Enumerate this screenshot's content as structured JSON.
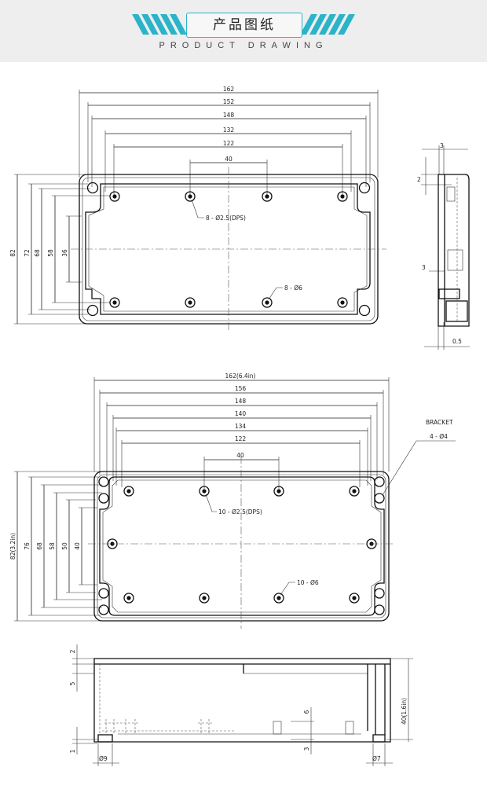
{
  "header": {
    "title": "产品图纸",
    "subtitle": "PRODUCT DRAWING",
    "accent_color": "#2bb3c9"
  },
  "view1": {
    "widths": [
      "162",
      "152",
      "148",
      "132",
      "122",
      "40"
    ],
    "heights": [
      "82",
      "72",
      "68",
      "58",
      "36"
    ],
    "callout_holes": "8 - Ø2.5(DPS)",
    "callout_mount": "8 - Ø6"
  },
  "side_view": {
    "dims": [
      "3",
      "2",
      "3",
      "0.5"
    ]
  },
  "view2": {
    "widths": [
      "162(6.4in)",
      "156",
      "148",
      "140",
      "134",
      "122",
      "40"
    ],
    "heights": [
      "82(3.2in)",
      "76",
      "68",
      "58",
      "50",
      "40"
    ],
    "callout_holes": "10 - Ø2.5(DPS)",
    "callout_mount": "10 - Ø6",
    "bracket_label": "BRACKET",
    "bracket_holes": "4 - Ø4"
  },
  "section_view": {
    "left_dims": [
      "2",
      "5",
      "1"
    ],
    "right_dims": [
      "6",
      "3",
      "40(1.6in)"
    ],
    "bottom_dims": [
      "Ø9",
      "Ø7"
    ]
  }
}
